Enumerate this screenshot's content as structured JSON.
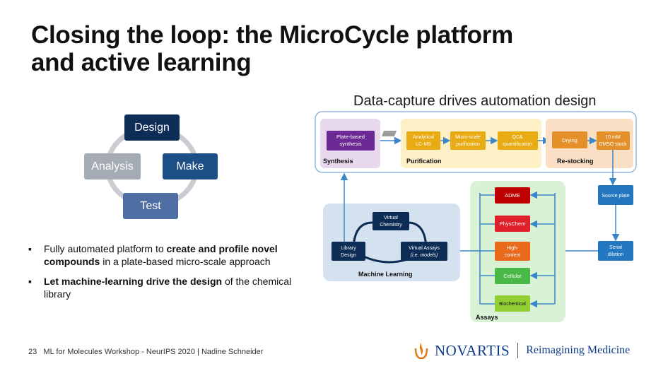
{
  "slide": {
    "title_line1": "Closing the loop: the MicroCycle platform",
    "title_line2": "and active learning",
    "diagram_title": "Data-capture drives automation design"
  },
  "cycle": {
    "design": "Design",
    "make": "Make",
    "test": "Test",
    "analysis": "Analysis"
  },
  "bullets": [
    {
      "pre": "Fully automated platform to ",
      "bold": "create and profile novel compounds",
      "post": " in a plate-based micro-scale approach"
    },
    {
      "pre": "",
      "bold": "Let machine-learning drive the design",
      "post": " of the chemical library"
    }
  ],
  "workflow": {
    "plate_synthesis": [
      "Plate-based",
      "synthesis"
    ],
    "synthesis": "Synthesis",
    "analytical": [
      "Analytical",
      "LC-MS"
    ],
    "microscale": [
      "Micro-scale",
      "purification"
    ],
    "qc": [
      "QC&",
      "quantification"
    ],
    "purification": "Purification",
    "drying": "Drying",
    "dmso": [
      "10 mM",
      "DMSO stock"
    ],
    "restocking": "Re-stocking",
    "source_plate": "Source plate",
    "serial": [
      "Serial",
      "dilution"
    ],
    "adme": "ADME",
    "physchem": "PhysChem",
    "highcontent": [
      "High-",
      "content"
    ],
    "cellular": "Cellular",
    "biochemical": "Biochemical",
    "assays": "Assays",
    "virtual_chem": [
      "Virtual",
      "Chemistry"
    ],
    "library_design": [
      "Library",
      "Design"
    ],
    "virtual_assays": [
      "Virtual Assays",
      "(i.e. models)"
    ],
    "machine_learning": "Machine Learning"
  },
  "footer": {
    "page": "23",
    "text": "ML for Molecules Workshop - NeurIPS 2020 | Nadine Schneider"
  },
  "logo": {
    "name": "NOVARTIS",
    "tagline": "Reimagining Medicine"
  },
  "colors": {
    "design": "#0d2d57",
    "make": "#1d4f87",
    "test": "#4d6fa4",
    "analysis": "#a4abb4",
    "purple": "#6b2a93",
    "orange": "#ee9a1d",
    "yellow_box": "#e8ab13",
    "blue": "#2277c0",
    "navy": "#0d2d57",
    "red": "#c00000",
    "green": "#49b846",
    "lime": "#92cf33",
    "novartis_blue": "#0d3b8c"
  }
}
